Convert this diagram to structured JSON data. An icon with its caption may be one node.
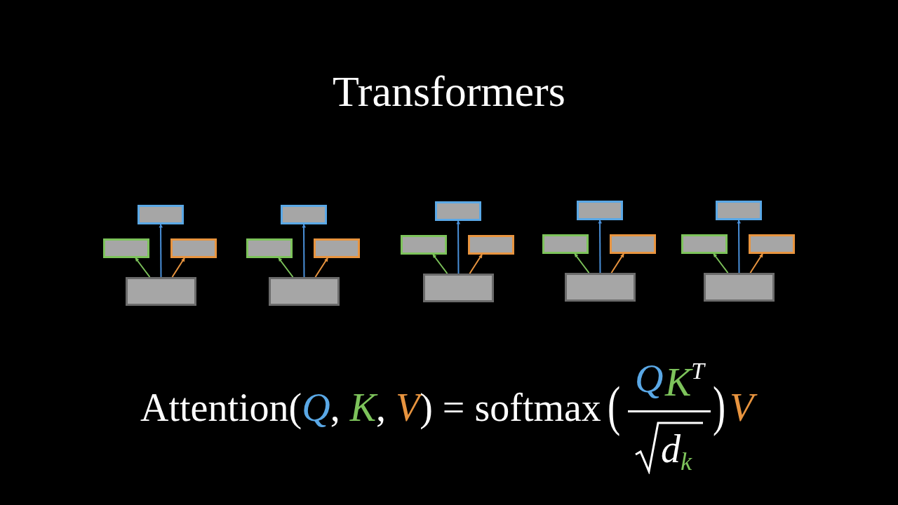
{
  "diagram": {
    "title": "Transformers",
    "nodes": [
      {
        "text": [],
        "shape": "box"
      },
      {
        "text": [],
        "shape": "box"
      },
      {
        "text": [],
        "shape": "box"
      },
      {
        "text": [],
        "shape": "box"
      },
      {
        "text": [],
        "shape": "box"
      },
      {
        "text": [],
        "shape": "box"
      },
      {
        "text": [],
        "shape": "box"
      },
      {
        "text": [],
        "shape": "box"
      },
      {
        "text": [],
        "shape": "box"
      },
      {
        "text": [],
        "shape": "box"
      },
      {
        "text": [],
        "shape": "box"
      },
      {
        "text": [],
        "shape": "box"
      },
      {
        "text": [],
        "shape": "box"
      },
      {
        "text": [],
        "shape": "box"
      },
      {
        "text": [],
        "shape": "box"
      },
      {
        "text": [],
        "shape": "box"
      },
      {
        "text": [],
        "shape": "box"
      },
      {
        "text": [],
        "shape": "box"
      },
      {
        "text": [],
        "shape": "box"
      },
      {
        "text": [],
        "shape": "box"
      }
    ],
    "edges": [
      {
        "from": 3,
        "to": 1,
        "arrow": "to",
        "color": "#7dc35b"
      },
      {
        "from": 3,
        "to": 2,
        "arrow": "to",
        "color": "#e8943f"
      },
      {
        "from": 3,
        "to": 0,
        "arrow": "to",
        "color": "#4a90d9"
      },
      {
        "from": 7,
        "to": 5,
        "arrow": "to",
        "color": "#7dc35b"
      },
      {
        "from": 7,
        "to": 6,
        "arrow": "to",
        "color": "#e8943f"
      },
      {
        "from": 7,
        "to": 4,
        "arrow": "to",
        "color": "#4a90d9"
      },
      {
        "from": 11,
        "to": 9,
        "arrow": "to",
        "color": "#7dc35b"
      },
      {
        "from": 11,
        "to": 10,
        "arrow": "to",
        "color": "#e8943f"
      },
      {
        "from": 11,
        "to": 8,
        "arrow": "to",
        "color": "#4a90d9"
      },
      {
        "from": 15,
        "to": 13,
        "arrow": "to",
        "color": "#7dc35b"
      },
      {
        "from": 15,
        "to": 14,
        "arrow": "to",
        "color": "#e8943f"
      },
      {
        "from": 15,
        "to": 12,
        "arrow": "to",
        "color": "#4a90d9"
      },
      {
        "from": 19,
        "to": 17,
        "arrow": "to",
        "color": "#7dc35b"
      },
      {
        "from": 19,
        "to": 18,
        "arrow": "to",
        "color": "#e8943f"
      },
      {
        "from": 19,
        "to": 16,
        "arrow": "to",
        "color": "#4a90d9"
      }
    ],
    "labels": [
      "Attention(*Q*, *K*, *V*) = softmax",
      "(",
      "*Q*",
      "*K*$^{T}$",
      "*d*$_{k}$",
      ")",
      "*V*"
    ]
  }
}
